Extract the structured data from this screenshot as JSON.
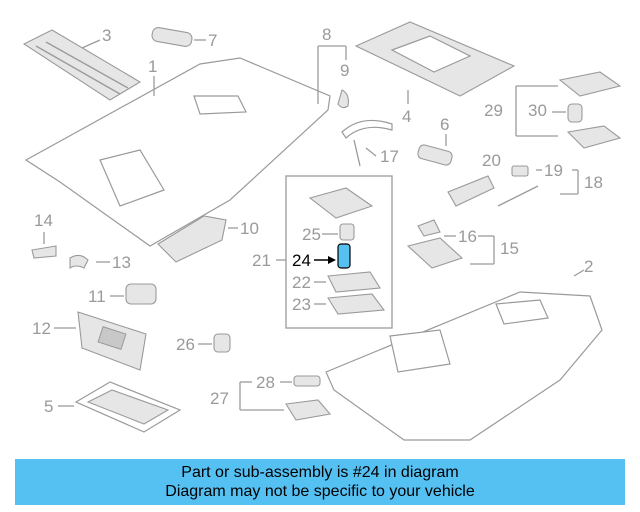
{
  "callouts": {
    "c1": "1",
    "c2": "2",
    "c3": "3",
    "c4": "4",
    "c5": "5",
    "c6": "6",
    "c7": "7",
    "c8": "8",
    "c9": "9",
    "c10": "10",
    "c11": "11",
    "c12": "12",
    "c13": "13",
    "c14": "14",
    "c15": "15",
    "c16": "16",
    "c17": "17",
    "c18": "18",
    "c19": "19",
    "c20": "20",
    "c21": "21",
    "c22": "22",
    "c23": "23",
    "c24": "24",
    "c25": "25",
    "c26": "26",
    "c27": "27",
    "c28": "28",
    "c29": "29",
    "c30": "30"
  },
  "highlighted_part": "24",
  "colors": {
    "banner": "#55c1f3",
    "lines": "#9a9a9a",
    "highlight_part": "#55c1f3"
  },
  "banner": {
    "line1": "Part or sub-assembly is #24 in diagram",
    "line2": "Diagram may not be specific to your vehicle"
  }
}
